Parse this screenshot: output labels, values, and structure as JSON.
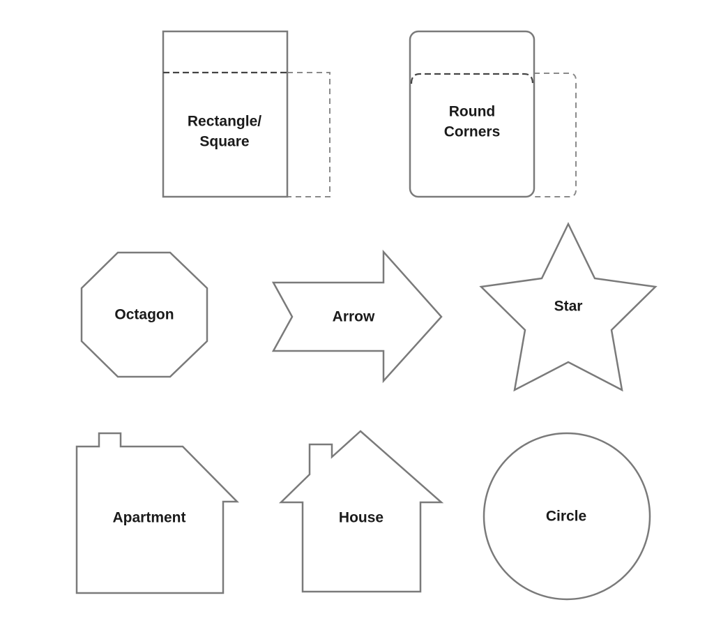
{
  "shapes": {
    "rectangle": {
      "label_line1": "Rectangle/",
      "label_line2": "Square"
    },
    "round_corners": {
      "label_line1": "Round",
      "label_line2": "Corners"
    },
    "octagon": {
      "label": "Octagon"
    },
    "arrow": {
      "label": "Arrow"
    },
    "star": {
      "label": "Star"
    },
    "apartment": {
      "label": "Apartment"
    },
    "house": {
      "label": "House"
    },
    "circle": {
      "label": "Circle"
    }
  },
  "colors": {
    "stroke": "#7a7a7a",
    "text": "#1a1a1a",
    "background": "#ffffff"
  }
}
